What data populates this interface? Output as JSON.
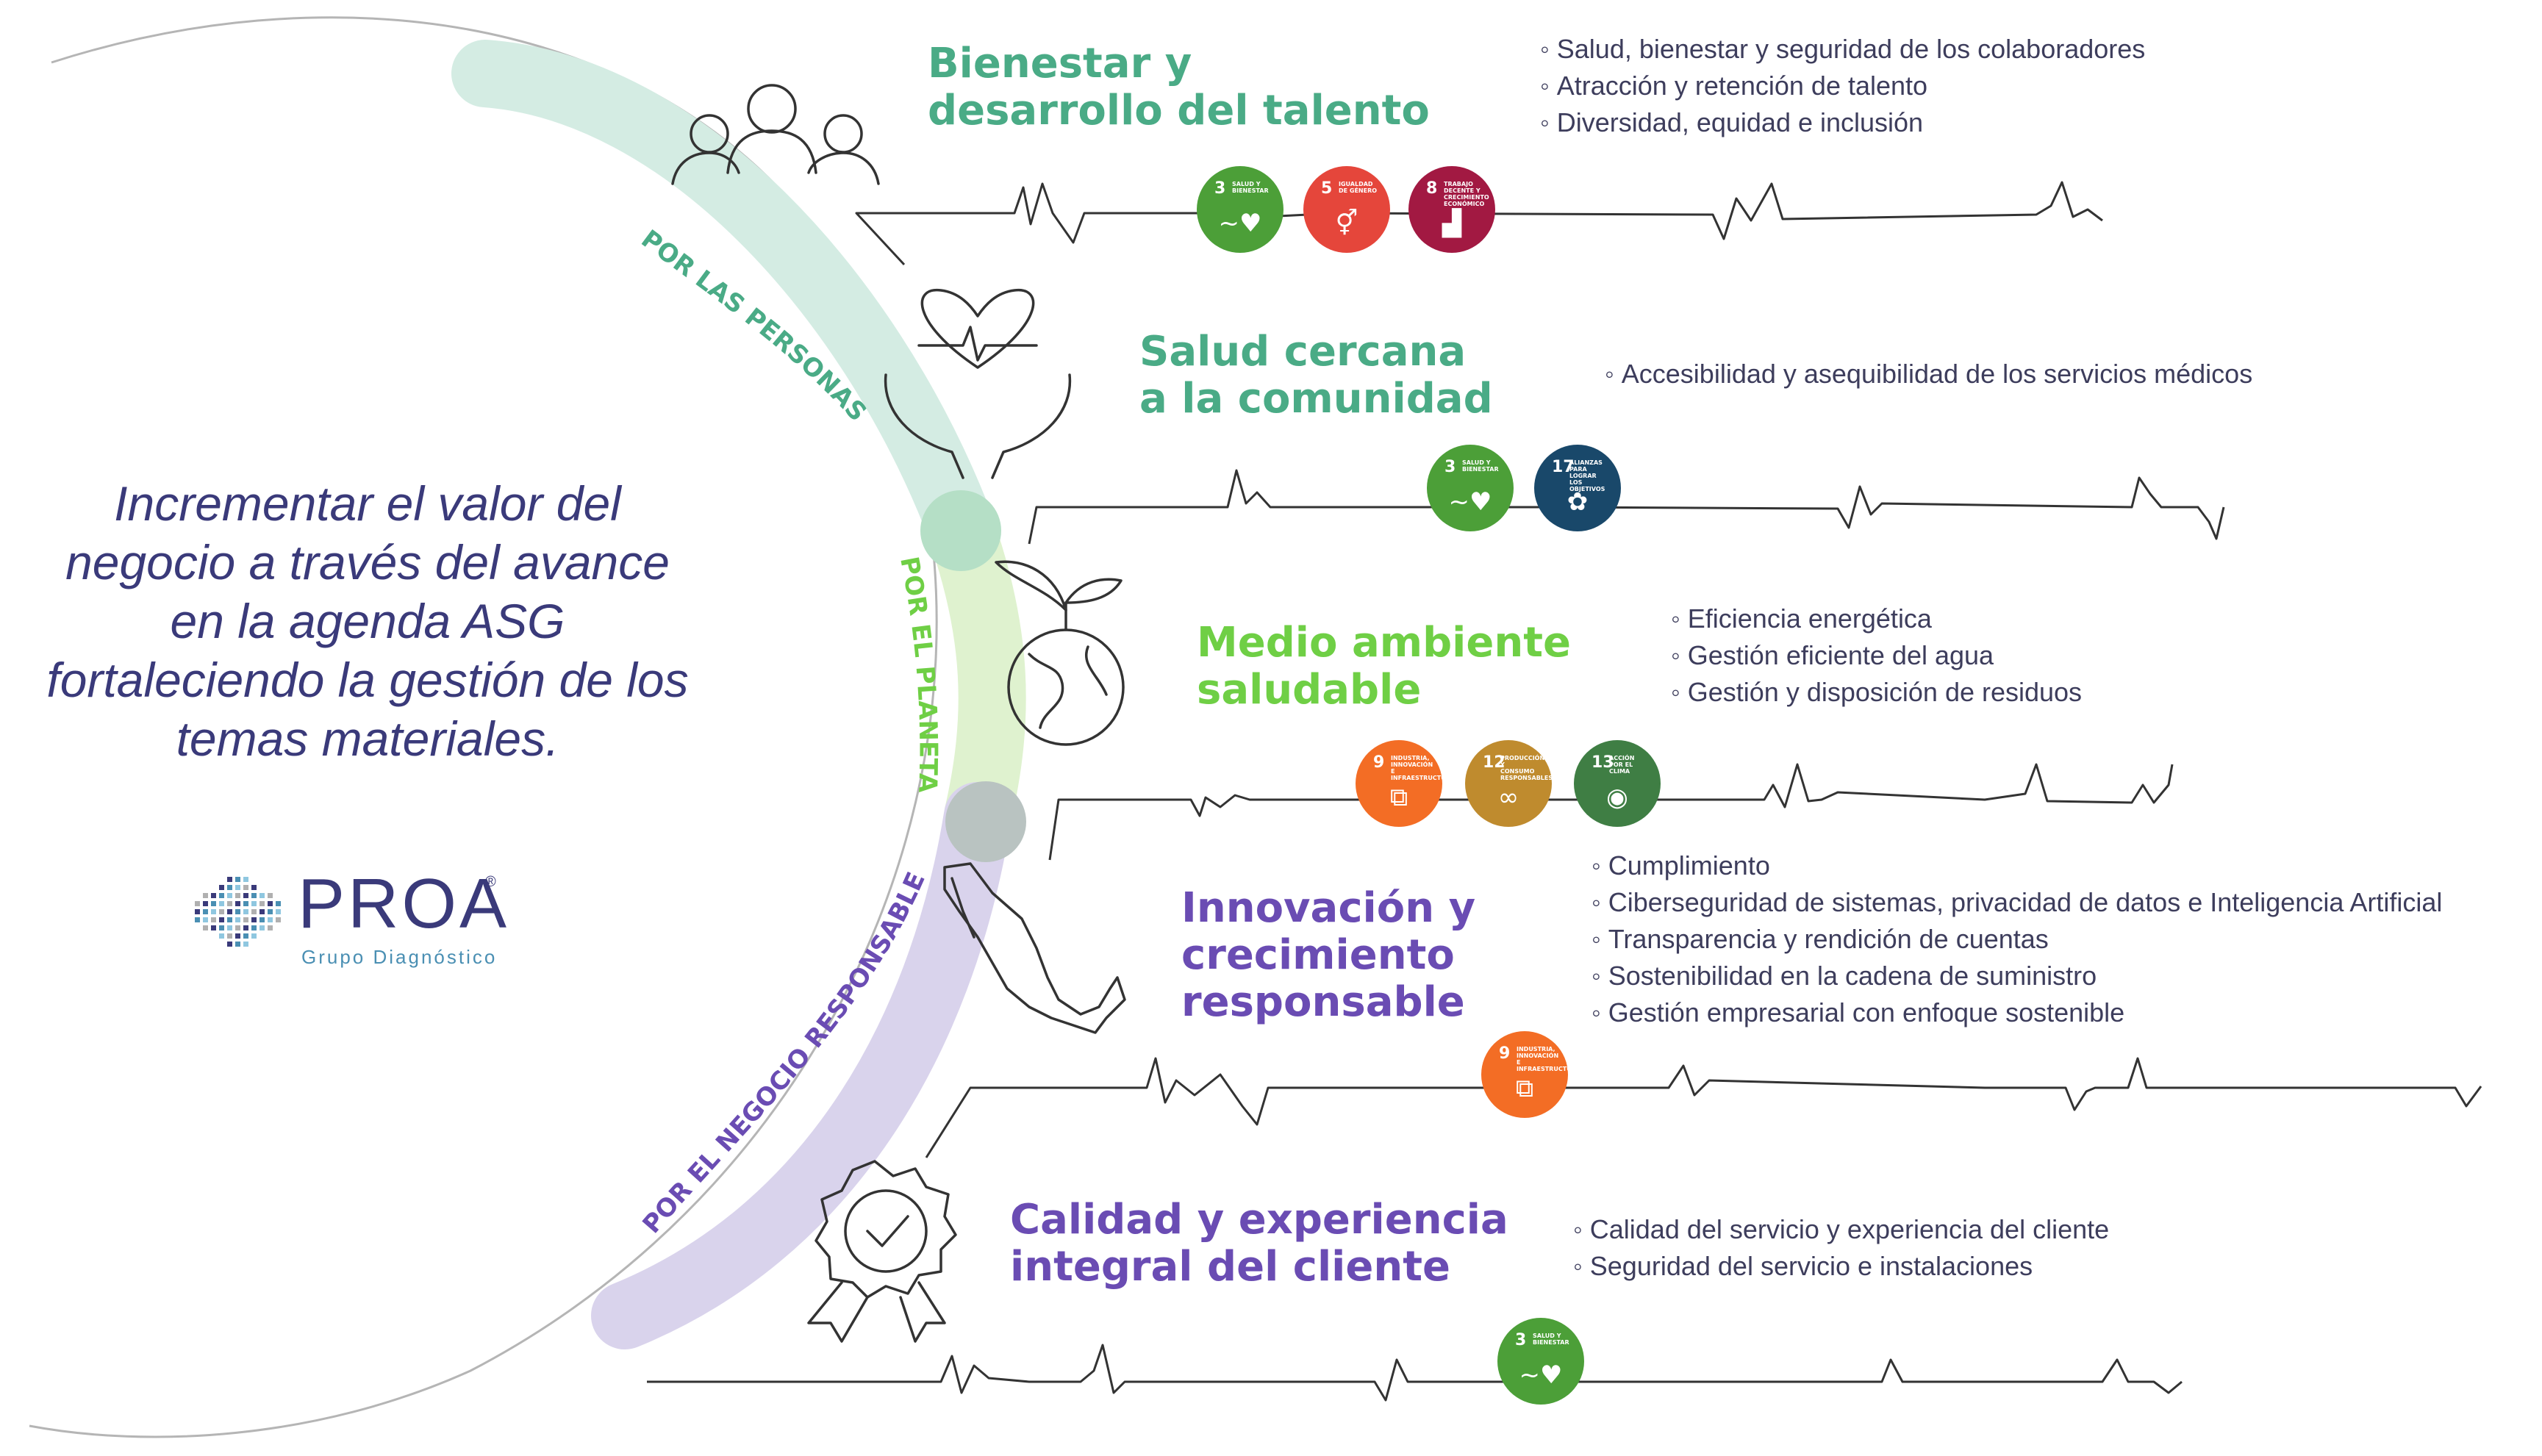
{
  "mission_lines": [
    "Incrementar el valor del",
    "negocio a través del avance",
    "en la agenda ASG",
    "fortaleciendo la gestión de los",
    "temas materiales."
  ],
  "logo": {
    "name": "PROA",
    "trademark": "®",
    "subtitle": "Grupo Diagnóstico"
  },
  "arc_labels": {
    "personas": "POR LAS PERSONAS",
    "planeta": "POR EL PLANETA",
    "negocio": "POR EL NEGOCIO RESPONSABLE"
  },
  "colors": {
    "personas": "#4aab86",
    "planeta": "#6fcf45",
    "negocio": "#6a4cb3",
    "mission_text": "#3a3a7a",
    "bullet_text": "#3d3d5c",
    "heartbeat_line": "#333333"
  },
  "pillars": [
    {
      "id": "talento",
      "title_lines": [
        "Bienestar y",
        "desarrollo del talento"
      ],
      "color": "#4aab86",
      "icon": "people-icon",
      "bullets": [
        "Salud, bienestar y seguridad de los colaboradores",
        "Atracción y retención de talento",
        "Diversidad, equidad e inclusión"
      ],
      "sdgs": [
        {
          "num": "3",
          "label": "SALUD Y BIENESTAR",
          "color": "#4c9f38",
          "icon": "heartbeat-icon"
        },
        {
          "num": "5",
          "label": "IGUALDAD DE GÉNERO",
          "color": "#e5463b",
          "icon": "gender-icon"
        },
        {
          "num": "8",
          "label": "TRABAJO DECENTE Y CRECIMIENTO ECONÓMICO",
          "color": "#a21942",
          "icon": "growth-chart-icon"
        }
      ]
    },
    {
      "id": "comunidad",
      "title_lines": [
        "Salud cercana",
        "a la comunidad"
      ],
      "color": "#4aab86",
      "icon": "heart-hands-icon",
      "bullets": [
        "Accesibilidad y asequibilidad de los servicios médicos"
      ],
      "sdgs": [
        {
          "num": "3",
          "label": "SALUD Y BIENESTAR",
          "color": "#4c9f38",
          "icon": "heartbeat-icon"
        },
        {
          "num": "17",
          "label": "ALIANZAS PARA LOGRAR LOS OBJETIVOS",
          "color": "#19486a",
          "icon": "partnership-icon"
        }
      ]
    },
    {
      "id": "ambiente",
      "title_lines": [
        "Medio ambiente",
        "saludable"
      ],
      "color": "#6fcf45",
      "icon": "globe-sprout-icon",
      "bullets": [
        "Eficiencia energética",
        "Gestión eficiente del agua",
        "Gestión y disposición de residuos"
      ],
      "sdgs": [
        {
          "num": "9",
          "label": "INDUSTRIA, INNOVACIÓN E INFRAESTRUCTURA",
          "color": "#f36d25",
          "icon": "cubes-icon"
        },
        {
          "num": "12",
          "label": "PRODUCCIÓN Y CONSUMO RESPONSABLES",
          "color": "#bf8b2e",
          "icon": "infinity-icon"
        },
        {
          "num": "13",
          "label": "ACCIÓN POR EL CLIMA",
          "color": "#3f7e44",
          "icon": "eye-icon"
        }
      ]
    },
    {
      "id": "innovacion",
      "title_lines": [
        "Innovación y",
        "crecimiento",
        "responsable"
      ],
      "color": "#6a4cb3",
      "icon": "mexico-map-icon",
      "bullets": [
        "Cumplimiento",
        "Ciberseguridad de sistemas, privacidad de datos e Inteligencia Artificial",
        "Transparencia y rendición de cuentas",
        "Sostenibilidad en la cadena de suministro",
        "Gestión empresarial con enfoque sostenible"
      ],
      "sdgs": [
        {
          "num": "9",
          "label": "INDUSTRIA, INNOVACIÓN E INFRAESTRUCTURA",
          "color": "#f36d25",
          "icon": "cubes-icon"
        }
      ]
    },
    {
      "id": "cliente",
      "title_lines": [
        "Calidad y experiencia",
        "integral del cliente"
      ],
      "color": "#6a4cb3",
      "icon": "quality-badge-icon",
      "bullets": [
        "Calidad del servicio y experiencia del cliente",
        "Seguridad del servicio e instalaciones"
      ],
      "sdgs": [
        {
          "num": "3",
          "label": "SALUD Y BIENESTAR",
          "color": "#4c9f38",
          "icon": "heartbeat-icon"
        }
      ]
    }
  ]
}
